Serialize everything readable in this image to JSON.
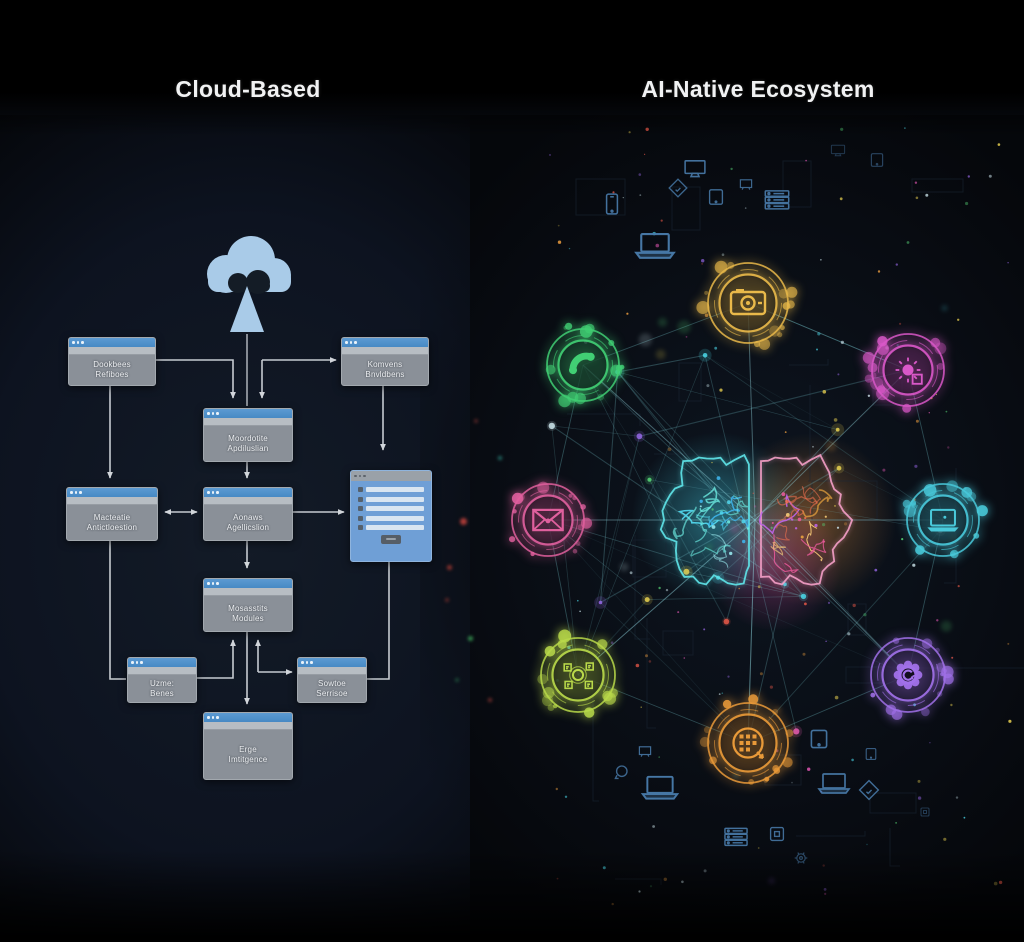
{
  "header": {
    "left_title": "Cloud-Based",
    "right_title": "AI-Native Ecosystem"
  },
  "left_diagram": {
    "cloud_icon": "cloud-upload-icon",
    "boxes": [
      {
        "id": "box-top-left",
        "line1": "Dookbees",
        "line2": "Refiboes"
      },
      {
        "id": "box-top-right",
        "line1": "Komvens",
        "line2": "Bnvldbens"
      },
      {
        "id": "box-center-upper",
        "line1": "Moordotite",
        "line2": "Apdiluslian"
      },
      {
        "id": "box-mid-left",
        "line1": "Macteatie",
        "line2": "Antictloestion"
      },
      {
        "id": "box-mid-center",
        "line1": "Aonaws",
        "line2": "Agellicslion"
      },
      {
        "id": "box-modules",
        "line1": "Mosasstits",
        "line2": "Modules"
      },
      {
        "id": "box-users",
        "line1": "Uzme:",
        "line2": "Benes"
      },
      {
        "id": "box-source",
        "line1": "Sowtoe",
        "line2": "Serrisoe"
      },
      {
        "id": "box-edge",
        "line1": "Erge",
        "line2": "Imtitgence"
      }
    ],
    "form_window": {
      "rows": 5,
      "has_button": true
    },
    "window_titlebar_color": "#4d8fc9",
    "window_body_color": "#8a9098",
    "connector_color": "#d6dbe0",
    "cloud_color": "#a9cbe8"
  },
  "ecosystem": {
    "center_icon": "brain-icon",
    "brain_left_color": "#5fe6ea",
    "brain_right_colors": [
      "#f2a93f",
      "#ee5b9d",
      "#c065ec"
    ],
    "badges": [
      {
        "icon": "camera-icon",
        "color": "#e9b94a"
      },
      {
        "icon": "phone-icon",
        "color": "#41cf74"
      },
      {
        "icon": "brightness-icon",
        "color": "#d958c8"
      },
      {
        "icon": "email-icon",
        "color": "#e0609e"
      },
      {
        "icon": "laptop-icon",
        "color": "#49c9da"
      },
      {
        "icon": "modules-gear-icon",
        "color": "#b9d94a"
      },
      {
        "icon": "sync-gear-icon",
        "color": "#a171e9"
      },
      {
        "icon": "dialpad-chat-icon",
        "color": "#e99a39"
      }
    ],
    "device_icon_color": "#4a7dad",
    "mesh_color": "#7fd4dc"
  }
}
